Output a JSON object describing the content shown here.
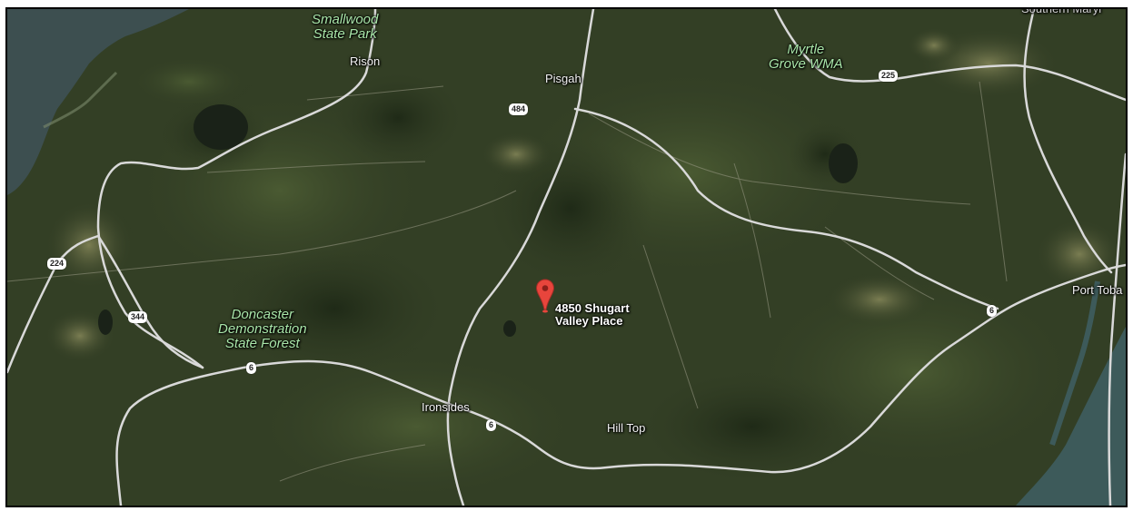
{
  "map": {
    "type": "satellite",
    "colors": {
      "land": "#2f3a22",
      "water": "#3d4f50",
      "road": "#d6d6d6",
      "park_label": "#a9e6a9",
      "pin": "#e8453c"
    }
  },
  "labels": {
    "smallwood": "Smallwood\nState Park",
    "rison": "Rison",
    "pisgah": "Pisgah",
    "myrtle": "Myrtle\nGrove WMA",
    "doncaster": "Doncaster\nDemonstration\nState Forest",
    "ironsides": "Ironsides",
    "hilltop": "Hill Top",
    "porttoba": "Port Toba",
    "southern": "Southern Maryl"
  },
  "shields": {
    "r484": "484",
    "r225": "225",
    "r224": "224",
    "r344": "344",
    "r6a": "6",
    "r6b": "6",
    "r6c": "6"
  },
  "marker": {
    "icon": "map-pin-icon",
    "address": "4850 Shugart\nValley Place"
  }
}
